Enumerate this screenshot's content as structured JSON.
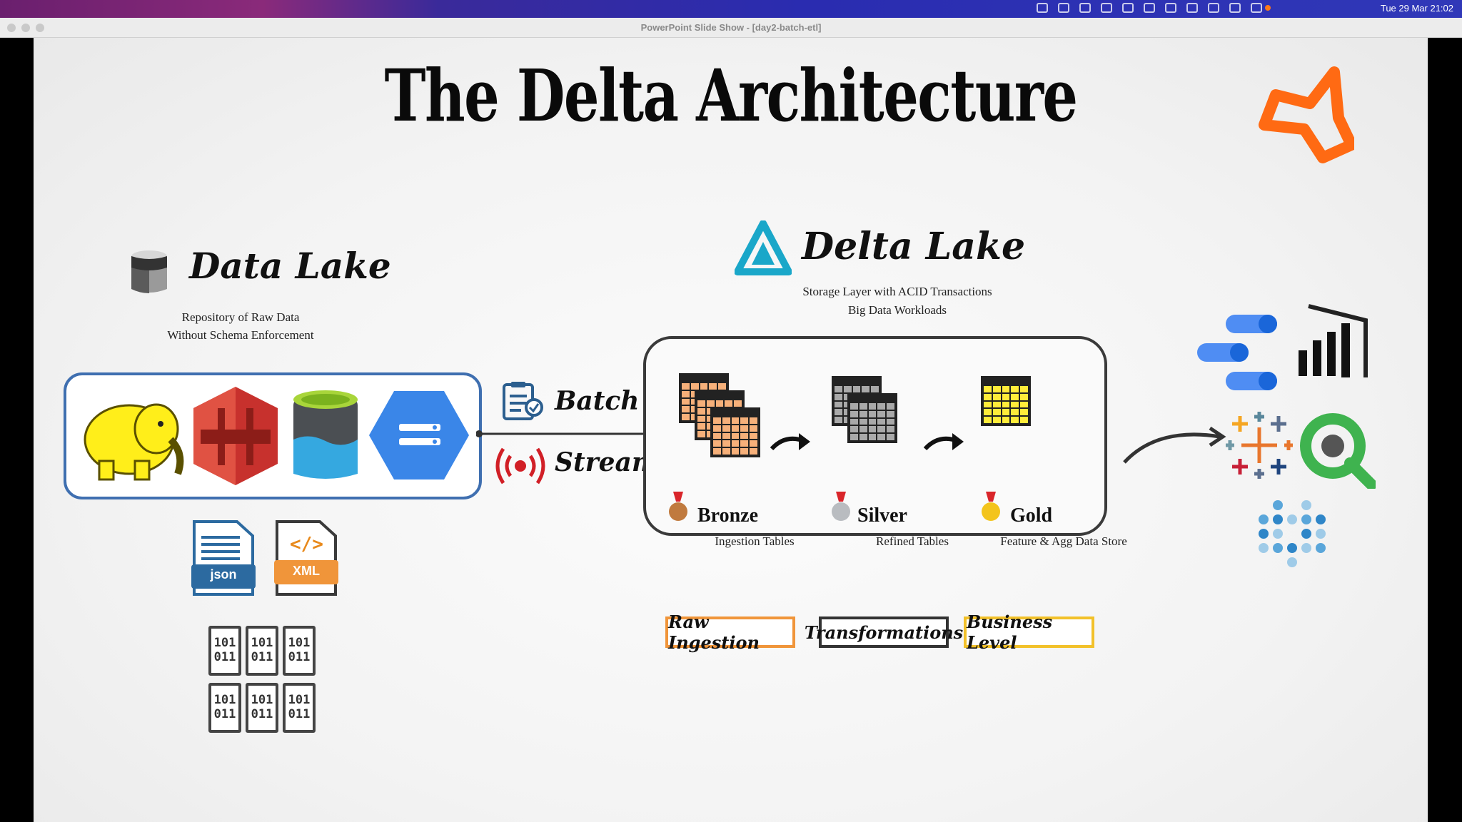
{
  "menubar": {
    "clock": "Tue 29 Mar  21:02"
  },
  "window": {
    "title": "PowerPoint Slide Show - [day2-batch-etl]"
  },
  "slide": {
    "title": "The Delta Architecture",
    "data_lake": {
      "heading": "Data Lake",
      "desc_line1": "Repository of  Raw Data",
      "desc_line2": "Without Schema Enforcement"
    },
    "file_types": {
      "json": "json",
      "xml": "XML",
      "binary": "101\n011"
    },
    "ingest": {
      "batch": "Batch",
      "stream": "Stream"
    },
    "delta_lake": {
      "heading": "Delta Lake",
      "desc_line1": "Storage Layer with ACID Transactions",
      "desc_line2": "Big Data Workloads"
    },
    "layers": [
      {
        "name": "Bronze",
        "sub": "Ingestion Tables",
        "color": "#f6b07a"
      },
      {
        "name": "Silver",
        "sub": "Refined Tables",
        "color": "#a9a9a9"
      },
      {
        "name": "Gold",
        "sub": "Feature & Agg Data Store",
        "color": "#ffec3a"
      }
    ],
    "tags": [
      {
        "label": "Raw Ingestion",
        "color": "#f0953a"
      },
      {
        "label": "Transformations",
        "color": "#333333"
      },
      {
        "label": "Business Level",
        "color": "#f2c12a"
      }
    ],
    "colors": {
      "lake_border": "#3f6fb0",
      "spark_orange": "#ff6a13"
    }
  }
}
